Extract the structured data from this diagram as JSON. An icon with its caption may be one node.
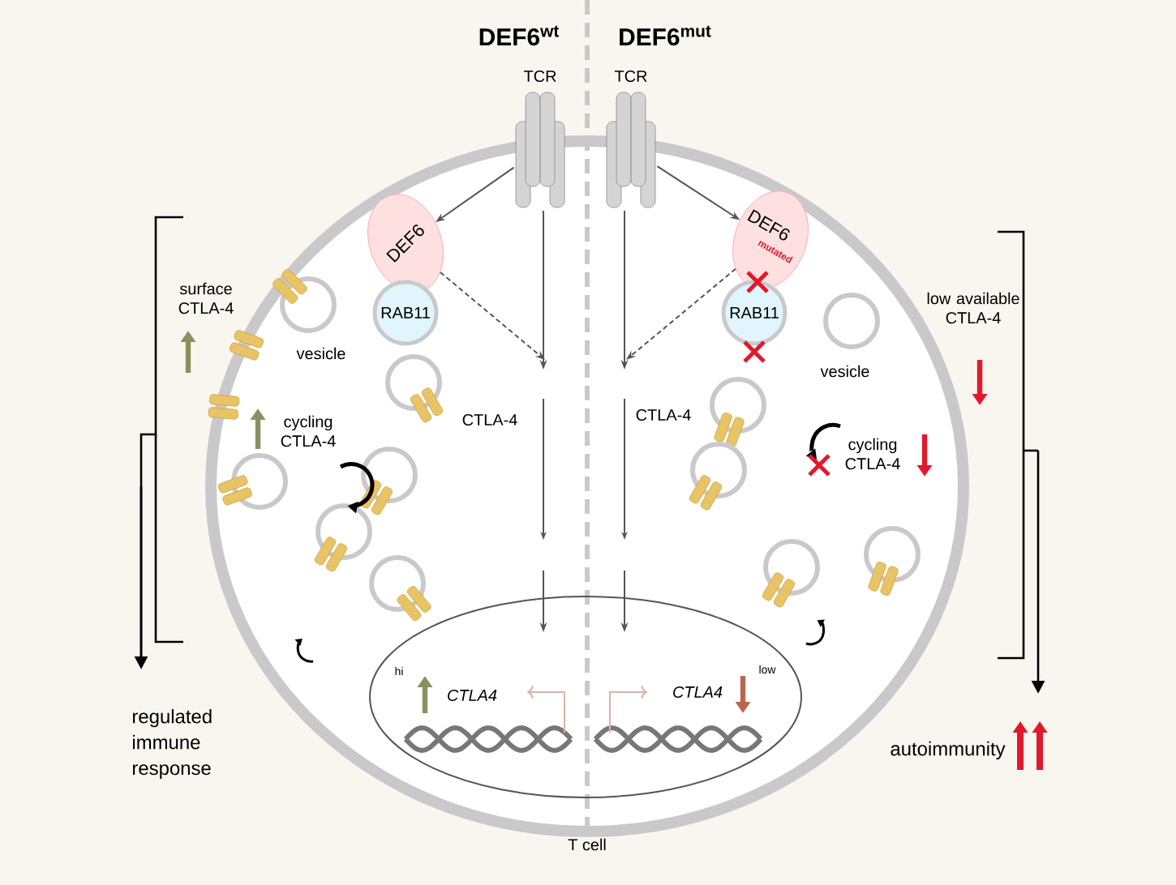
{
  "diagram": {
    "nodes": [
      {
        "text": [
          "T cell"
        ]
      },
      {
        "text": [
          "TCR"
        ]
      },
      {
        "text": [
          "DEF6"
        ],
        "in": 0
      },
      {
        "text": [
          "RAB11"
        ],
        "in": 0
      },
      {
        "text": [
          "TCR"
        ]
      },
      {
        "text": [
          "DEF6",
          "mutated"
        ],
        "in": 0
      },
      {
        "text": [
          "RAB11"
        ],
        "in": 0
      },
      {
        "text": [
          "hi",
          "CTLA4",
          "CTLA4",
          "low"
        ],
        "in": 0
      }
    ],
    "edges": [
      {
        "from": 1,
        "to": 2,
        "arrow": "to"
      },
      {
        "from": 2,
        "to": null,
        "arrow": "to",
        "style": "dashed"
      },
      {
        "from": 1,
        "to": null,
        "arrow": "to"
      },
      {
        "from": null,
        "to": 7,
        "arrow": "to"
      },
      {
        "from": 4,
        "to": 5,
        "arrow": "to"
      },
      {
        "from": 5,
        "to": null,
        "arrow": "to",
        "style": "dashed"
      },
      {
        "from": 4,
        "to": null,
        "arrow": "to"
      },
      {
        "from": null,
        "to": 7,
        "arrow": "to"
      }
    ],
    "labels": [
      "DEF6$^{wt}$",
      "DEF6$^{mut}$",
      "surface CTLA-4",
      "vesicle",
      "CTLA-4",
      "cycling CTLA-4",
      "low available CTLA-4",
      "vesicle",
      "CTLA-4",
      "cycling CTLA-4",
      "regulated immune response",
      "autoimmunity"
    ]
  }
}
